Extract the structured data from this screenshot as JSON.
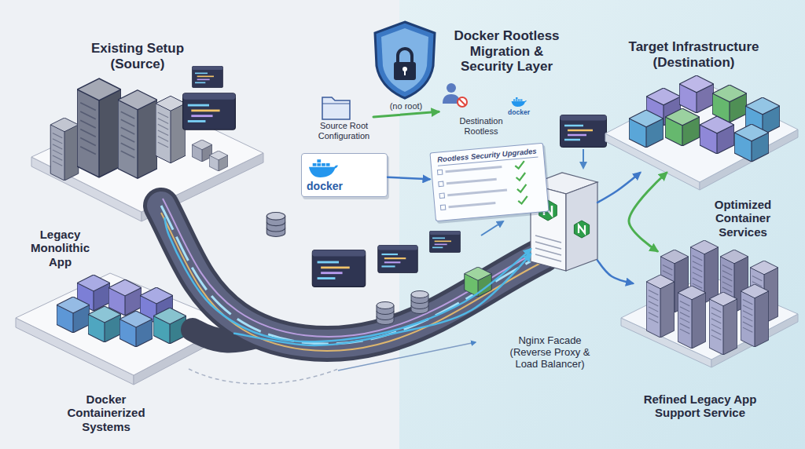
{
  "diagram": {
    "nodes": [
      {
        "text": [
          "Legacy Monolithic App"
        ]
      },
      {
        "text": [
          "Docker Containerized Systems"
        ]
      },
      {
        "text": [
          "Source Root Configuration"
        ]
      },
      {
        "text": [
          "Destination Rootless"
        ]
      },
      {
        "text": [
          "docker"
        ]
      },
      {
        "text": [
          "Rootless Security Upgrades"
        ]
      },
      {
        "text": [
          "Nginx Facade (Reverse Proxy & Load Balancer)"
        ]
      },
      {
        "text": [
          "Optimized Container Services"
        ]
      },
      {
        "text": [
          "Refined Legacy App Support Service"
        ]
      }
    ],
    "edges": [
      {
        "from": 2,
        "to": 3,
        "label": "(no root)",
        "arrow": "to"
      },
      {
        "from": 4,
        "to": 5,
        "arrow": "to"
      },
      {
        "from": 0,
        "to": 6,
        "arrow": "to"
      },
      {
        "from": 1,
        "to": 6,
        "arrow": "to"
      },
      {
        "from": 6,
        "to": 7,
        "arrow": "to"
      },
      {
        "from": 6,
        "to": 8,
        "arrow": "to"
      },
      {
        "from": 7,
        "to": 8,
        "arrow": "both"
      }
    ],
    "labels": [
      "Existing Setup (Source)",
      "Docker Rootless Migration & Security Layer",
      "Target Infrastructure (Destination)",
      "docker"
    ]
  }
}
